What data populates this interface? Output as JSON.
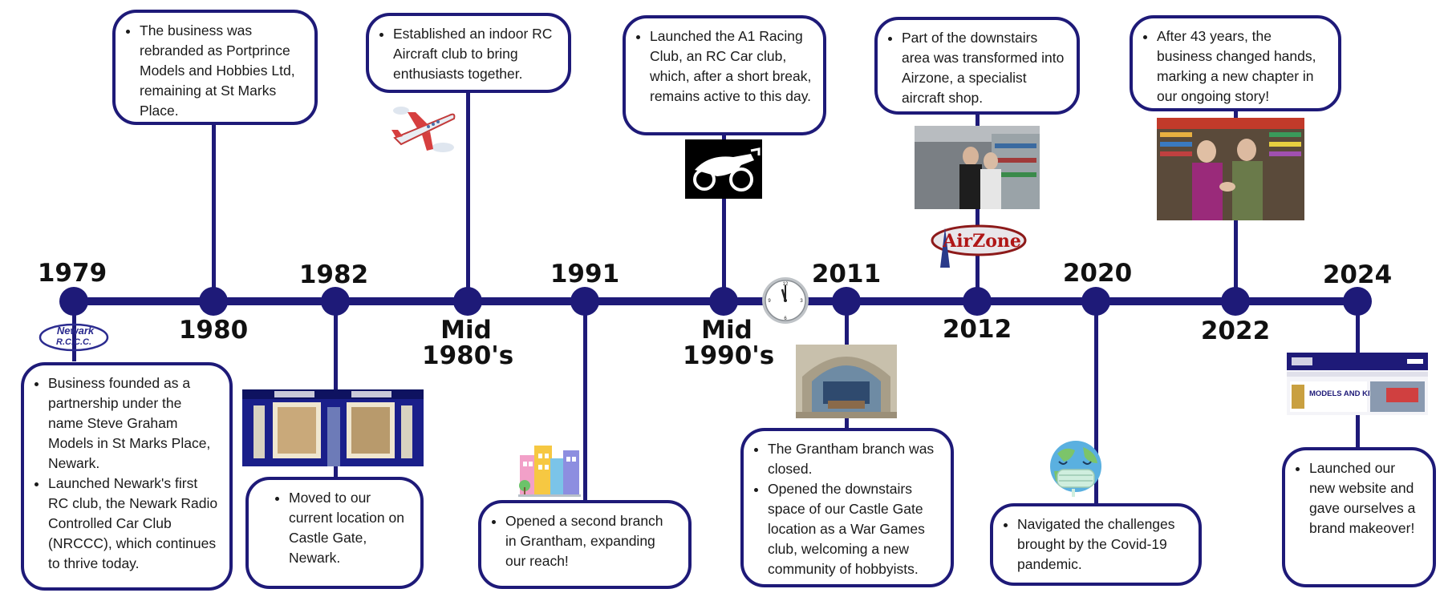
{
  "milestones": [
    {
      "year": "1979",
      "items": [
        "Business founded as a partnership under the name Steve Graham Models in St Marks Place, Newark.",
        "Launched Newark's first RC club, the Newark Radio Controlled Car Club (NRCCC), which continues to thrive today."
      ]
    },
    {
      "year": "1980",
      "items": [
        "The business was rebranded as Portprince Models and Hobbies Ltd, remaining at St Marks Place."
      ]
    },
    {
      "year": "1982",
      "items": [
        "Moved to our current location on Castle Gate, Newark."
      ]
    },
    {
      "year": "Mid 1980's",
      "items": [
        "Established an indoor RC Aircraft club to bring enthusiasts together."
      ]
    },
    {
      "year": "1991",
      "items": [
        "Opened a second branch in Grantham, expanding our reach!"
      ]
    },
    {
      "year": "Mid 1990's",
      "items": [
        "Launched the A1 Racing Club, an RC Car club, which, after a short break, remains active to this day."
      ]
    },
    {
      "year": "2011",
      "items": [
        "The Grantham branch was closed.",
        "Opened the downstairs space of our Castle Gate location as a War Games club, welcoming a new community of hobbyists."
      ]
    },
    {
      "year": "2012",
      "items": [
        "Part of the downstairs area was transformed into Airzone, a specialist aircraft shop."
      ]
    },
    {
      "year": "2020",
      "items": [
        "Navigated the challenges brought by the Covid-19 pandemic."
      ]
    },
    {
      "year": "2022",
      "items": [
        "After 43 years, the business changed hands, marking a new chapter in our ongoing story!"
      ]
    },
    {
      "year": "2024",
      "items": [
        "Launched our new website and gave ourselves a brand makeover!"
      ]
    }
  ],
  "logos": {
    "club_logo": {
      "line1": "Newark",
      "line2": "R.C.C.C."
    },
    "airzone": "AirZone",
    "website_banner": "MODELS AND KITS"
  },
  "colors": {
    "accent": "#1e1a78"
  }
}
